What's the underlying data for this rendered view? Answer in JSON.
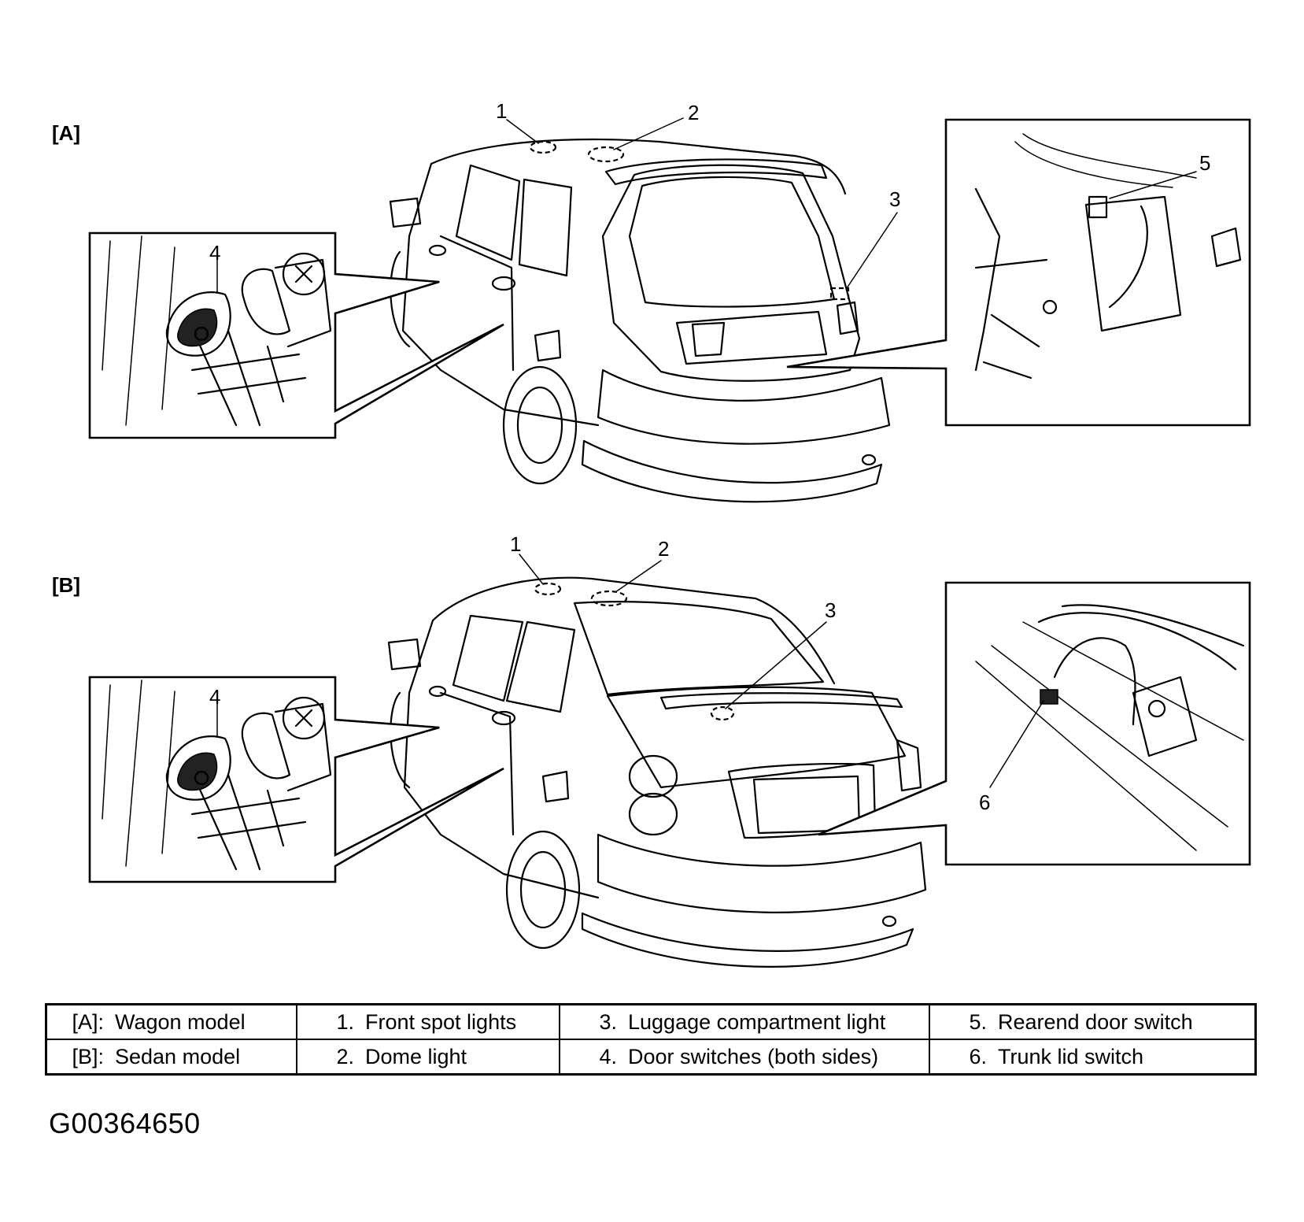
{
  "diagram": {
    "section_a": {
      "label": "[A]"
    },
    "section_b": {
      "label": "[B]"
    },
    "callouts_a": [
      "1",
      "2",
      "3",
      "4",
      "5"
    ],
    "callouts_b": [
      "1",
      "2",
      "3",
      "4",
      "6"
    ]
  },
  "legend": {
    "rows": [
      [
        {
          "num": "[A]:",
          "text": "Wagon model"
        },
        {
          "num": "1.",
          "text": "Front spot lights"
        },
        {
          "num": "3.",
          "text": "Luggage compartment light"
        },
        {
          "num": "5.",
          "text": "Rearend door switch"
        }
      ],
      [
        {
          "num": "[B]:",
          "text": "Sedan model"
        },
        {
          "num": "2.",
          "text": "Dome light"
        },
        {
          "num": "4.",
          "text": "Door switches (both sides)"
        },
        {
          "num": "6.",
          "text": "Trunk lid switch"
        }
      ]
    ]
  },
  "figure_id": "G00364650"
}
